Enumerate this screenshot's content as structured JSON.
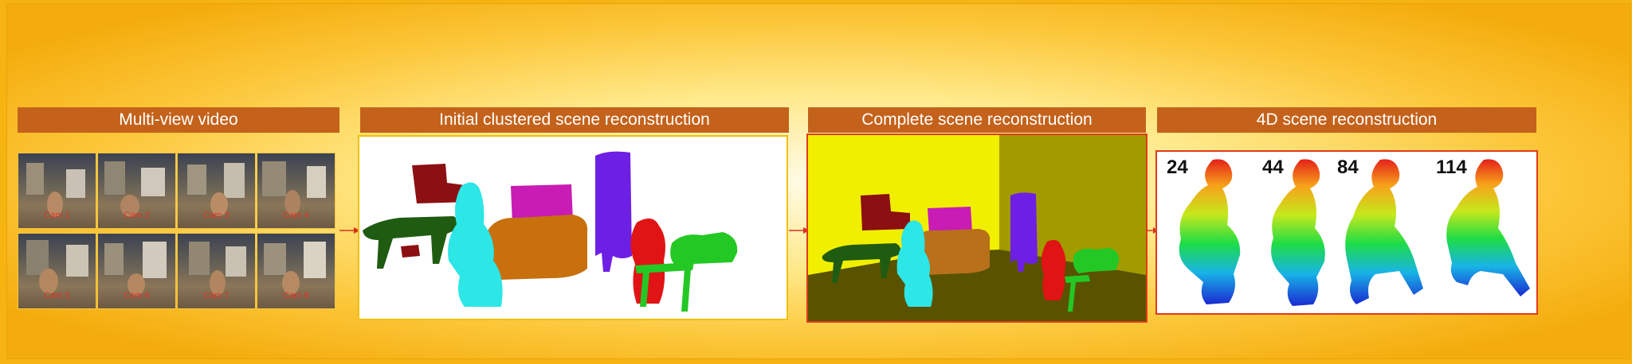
{
  "stages": [
    {
      "title": "Multi-view video"
    },
    {
      "title": "Initial clustered scene reconstruction"
    },
    {
      "title": "Complete scene reconstruction"
    },
    {
      "title": "4D scene reconstruction"
    }
  ],
  "cameras": [
    "Cam 1",
    "Cam 2",
    "Cam 3",
    "Cam 4",
    "Cam 5",
    "Cam 6",
    "Cam 7",
    "Cam 8"
  ],
  "frames": [
    "24",
    "44",
    "84",
    "114"
  ],
  "colors": {
    "header_band": "#c4621b",
    "background": "#f6b412",
    "arrow": "#d6331f",
    "panel_border": "#e23a1a",
    "camera_label": "#e03524"
  }
}
